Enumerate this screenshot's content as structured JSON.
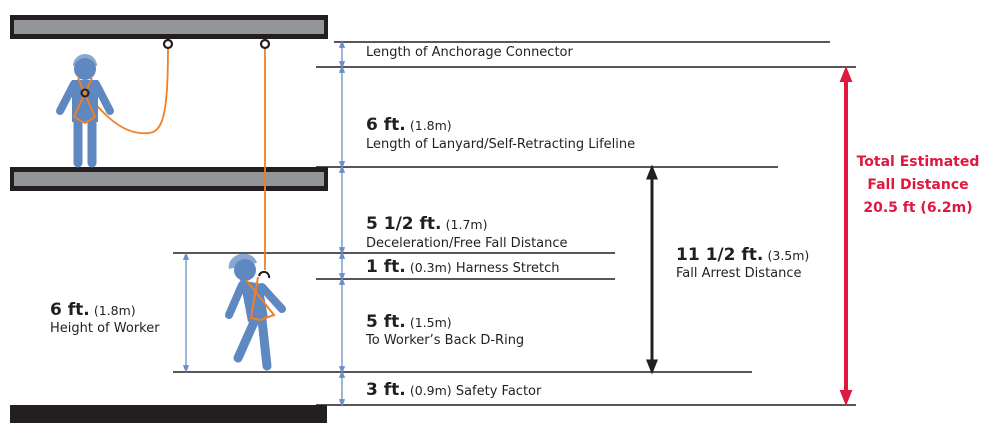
{
  "colors": {
    "worker": "#5f87c0",
    "harness": "#f07f26",
    "beam": "#939598",
    "red": "#e0173f",
    "blue_arrow": "#6a8fc7"
  },
  "labels": {
    "anchorage": {
      "desc": "Length of Anchorage Connector"
    },
    "lanyard": {
      "value": "6 ft.",
      "metric": "(1.8m)",
      "desc": "Length of Lanyard/Self-Retracting Lifeline"
    },
    "decel": {
      "value": "5 1/2 ft.",
      "metric": "(1.7m)",
      "desc": "Deceleration/Free Fall Distance"
    },
    "harness": {
      "value": "1 ft.",
      "metric": "(0.3m)",
      "desc": "Harness Stretch"
    },
    "dring": {
      "value": "5 ft.",
      "metric": "(1.5m)",
      "desc": "To Worker’s Back D-Ring"
    },
    "safety": {
      "value": "3 ft.",
      "metric": "(0.9m)",
      "desc": "Safety Factor"
    },
    "arrest": {
      "value": "11 1/2 ft.",
      "metric": "(3.5m)",
      "desc": "Fall Arrest Distance"
    },
    "height": {
      "value": "6 ft.",
      "metric": "(1.8m)",
      "desc": "Height of Worker"
    }
  },
  "total": {
    "line1": "Total Estimated",
    "line2": "Fall Distance",
    "line3": "20.5 ft (6.2m)"
  }
}
